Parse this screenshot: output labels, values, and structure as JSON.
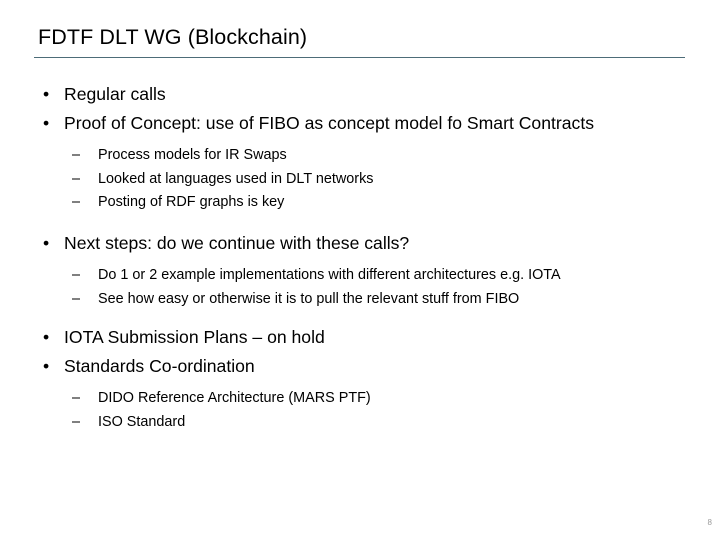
{
  "slide": {
    "title": "FDTF DLT WG (Blockchain)",
    "rule_color": "#4d6c78",
    "page_number": "8",
    "bullet_glyph": "•",
    "dash_glyph": "–",
    "content": [
      {
        "level": 1,
        "text": "Regular calls"
      },
      {
        "level": 1,
        "text": "Proof of Concept: use of FIBO as concept model fo Smart Contracts"
      },
      {
        "level": 2,
        "text": "Process models for IR Swaps"
      },
      {
        "level": 2,
        "text": "Looked at languages used in DLT networks"
      },
      {
        "level": 2,
        "text": "Posting of RDF graphs is key"
      },
      {
        "level": 1,
        "text": "Next steps: do we continue with these calls?"
      },
      {
        "level": 2,
        "text": "Do 1 or 2 example implementations with different architectures e.g. IOTA"
      },
      {
        "level": 2,
        "text": "See how easy or otherwise it is to pull  the relevant stuff from FIBO"
      },
      {
        "level": 1,
        "text": "IOTA Submission Plans – on hold"
      },
      {
        "level": 1,
        "text": "Standards Co-ordination"
      },
      {
        "level": 2,
        "text": "DIDO Reference Architecture (MARS PTF)"
      },
      {
        "level": 2,
        "text": "ISO Standard"
      }
    ]
  }
}
